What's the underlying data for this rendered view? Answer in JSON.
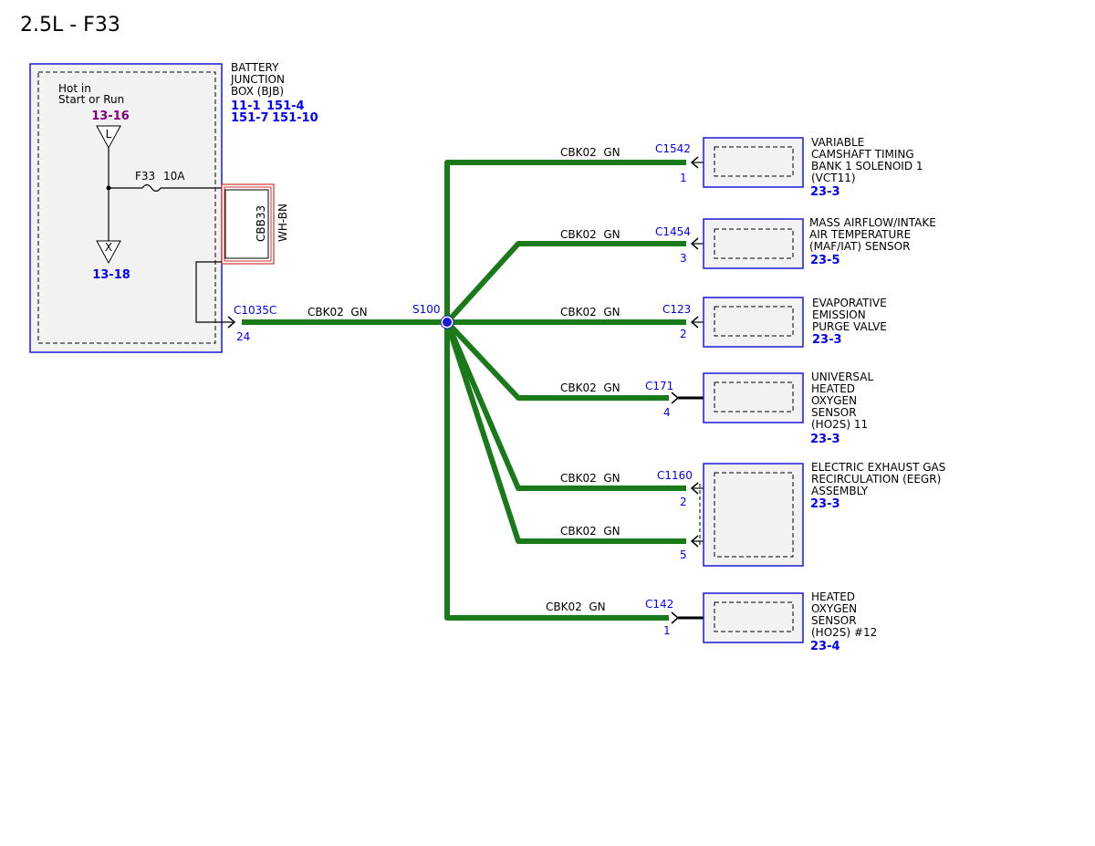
{
  "title": "2.5L - F33",
  "bjb": {
    "name_lines": [
      "BATTERY",
      "JUNCTION",
      "BOX (BJB)"
    ],
    "refs_line1": [
      "11-1",
      "151-4"
    ],
    "refs_line2": [
      "151-7",
      "151-10"
    ],
    "hot_lines": [
      "Hot in",
      "Start or Run"
    ],
    "top_ref": "13-16",
    "top_symbol": "L",
    "bottom_symbol": "X",
    "bottom_ref": "13-18",
    "fuse_label": "F33",
    "fuse_rating": "10A",
    "cbb_label": "CBB33",
    "cbb_color": "WH-BN",
    "connector": "C1035C",
    "pin": "24"
  },
  "main_wire": "CBK02  GN",
  "splice": "S100",
  "branches": [
    {
      "wire": "CBK02  GN",
      "connector": "C1542",
      "pin": "1",
      "lines": [
        "VARIABLE",
        "CAMSHAFT TIMING",
        "BANK 1 SOLENOID 1",
        "(VCT11)"
      ],
      "ref": "23-3"
    },
    {
      "wire": "CBK02  GN",
      "connector": "C1454",
      "pin": "3",
      "lines": [
        "MASS AIRFLOW/INTAKE",
        "AIR TEMPERATURE",
        "(MAF/IAT) SENSOR"
      ],
      "ref": "23-5"
    },
    {
      "wire": "CBK02  GN",
      "connector": "C123",
      "pin": "2",
      "lines": [
        "EVAPORATIVE",
        "EMISSION",
        "PURGE VALVE"
      ],
      "ref": "23-3"
    },
    {
      "wire": "CBK02  GN",
      "connector": "C171",
      "pin": "4",
      "lines": [
        "UNIVERSAL",
        "HEATED",
        "OXYGEN",
        "SENSOR",
        "(HO2S) 11"
      ],
      "ref": "23-3"
    },
    {
      "wire": "CBK02  GN",
      "wire2": "CBK02  GN",
      "connector": "C1160",
      "pin": "2",
      "pin2": "5",
      "lines": [
        "ELECTRIC EXHAUST GAS",
        "RECIRCULATION (EEGR)",
        "ASSEMBLY"
      ],
      "ref": "23-3"
    },
    {
      "wire": "CBK02  GN",
      "connector": "C142",
      "pin": "1",
      "lines": [
        "HEATED",
        "OXYGEN",
        "SENSOR",
        "(HO2S) #12"
      ],
      "ref": "23-4"
    }
  ]
}
